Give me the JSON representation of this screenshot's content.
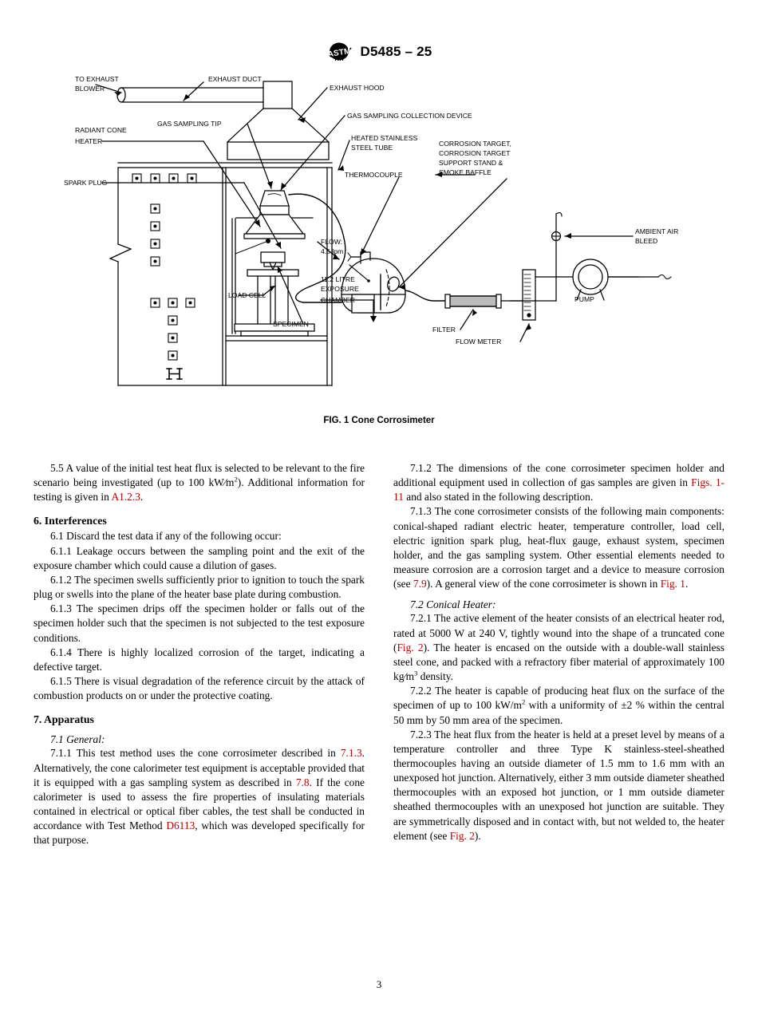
{
  "header": {
    "logo_name": "astm-logo",
    "standard_designation": "D5485 – 25"
  },
  "figure": {
    "caption": "FIG. 1  Cone Corrosimeter",
    "labels": {
      "to_exhaust_blower_l1": "TO EXHAUST",
      "to_exhaust_blower_l2": "BLOWER",
      "exhaust_duct": "EXHAUST DUCT",
      "exhaust_hood": "EXHAUST HOOD",
      "gas_sampling_collection_device": "GAS SAMPLING COLLECTION DEVICE",
      "gas_sampling_tip": "GAS SAMPLING TIP",
      "radiant_cone_heater_l1": "RADIANT CONE",
      "radiant_cone_heater_l2": "HEATER",
      "heated_stainless_steel_tube_l1": "HEATED STAINLESS",
      "heated_stainless_steel_tube_l2": "STEEL TUBE",
      "thermocouple": "THERMOCOUPLE",
      "corrosion_target_l1": "CORROSION TARGET,",
      "corrosion_target_l2": "CORROSION TARGET",
      "corrosion_target_l3": "SUPPORT STAND &",
      "corrosion_target_l4": "SMOKE BAFFLE",
      "ambient_air_bleed_l1": "AMBIENT AIR",
      "ambient_air_bleed_l2": "BLEED",
      "spark_plug": "SPARK PLUG",
      "load_cell": "LOAD CELL",
      "specimen": "SPECIMEN",
      "flow_l1": "FLOW:",
      "flow_l2": "4.5 lpm",
      "exposure_chamber_l1": "11.2 LITRE",
      "exposure_chamber_l2": "EXPOSURE",
      "exposure_chamber_l3": "CHAMBER",
      "filter": "FILTER",
      "flow_meter": "FLOW METER",
      "pump": "PUMP"
    }
  },
  "left_column": {
    "p_5_5_a": "5.5 A value of the initial test heat flux is selected to be relevant to the fire scenario being investigated (up to 100 kW∕m",
    "p_5_5_sup": "2",
    "p_5_5_b": "). Additional information for testing is given in ",
    "p_5_5_ref": "A1.2.3",
    "p_5_5_c": ".",
    "heading_6": "6.  Interferences",
    "p_6_1": "6.1 Discard the test data if any of the following occur:",
    "p_6_1_1": "6.1.1 Leakage occurs between the sampling point and the exit of the exposure chamber which could cause a dilution of gases.",
    "p_6_1_2": "6.1.2 The specimen swells sufficiently prior to ignition to touch the spark plug or swells into the plane of the heater base plate during combustion.",
    "p_6_1_3": "6.1.3 The specimen drips off the specimen holder or falls out of the specimen holder such that the specimen is not subjected to the test exposure conditions.",
    "p_6_1_4": "6.1.4 There is highly localized corrosion of the target, indicating a defective target.",
    "p_6_1_5": "6.1.5 There is visual degradation of the reference circuit by the attack of combustion products on or under the protective coating.",
    "heading_7": "7.  Apparatus",
    "subhead_7_1": "7.1  General:",
    "p_7_1_1_a": "7.1.1 This test method uses the cone corrosimeter described in ",
    "p_7_1_1_ref1": "7.1.3",
    "p_7_1_1_b": ". Alternatively, the cone calorimeter test equipment is acceptable provided that it is equipped with a gas sampling system as described in ",
    "p_7_1_1_ref2": "7.8",
    "p_7_1_1_c": ". If the cone calorimeter is used to assess the fire properties of insulating materials contained in electrical or optical fiber cables, the test shall be conducted in accordance with Test Method ",
    "p_7_1_1_ref3": "D6113",
    "p_7_1_1_d": ", which was developed specifically for that purpose."
  },
  "right_column": {
    "p_7_1_2_a": "7.1.2 The dimensions of the cone corrosimeter specimen holder and additional equipment used in collection of gas samples are given in ",
    "p_7_1_2_ref": "Figs. 1-11",
    "p_7_1_2_b": " and also stated in the following description.",
    "p_7_1_3_a": "7.1.3 The cone corrosimeter consists of the following main components: conical-shaped radiant electric heater, temperature controller, load cell, electric ignition spark plug, heat-flux gauge, exhaust system, specimen holder, and the gas sampling system. Other essential elements needed to measure corrosion are a corrosion target and a device to measure corrosion (see ",
    "p_7_1_3_ref1": "7.9",
    "p_7_1_3_b": "). A general view of the cone corrosimeter is shown in ",
    "p_7_1_3_ref2": "Fig. 1",
    "p_7_1_3_c": ".",
    "subhead_7_2": "7.2  Conical Heater:",
    "p_7_2_1_a": "7.2.1 The active element of the heater consists of an electrical heater rod, rated at 5000 W at 240 V, tightly wound into the shape of a truncated cone (",
    "p_7_2_1_ref": "Fig. 2",
    "p_7_2_1_b": "). The heater is encased on the outside with a double-wall stainless steel cone, and packed with a refractory fiber material of approximately 100 kg∕m",
    "p_7_2_1_sup": "3",
    "p_7_2_1_c": " density.",
    "p_7_2_2_a": "7.2.2 The heater is capable of producing heat flux on the surface of the specimen of up to 100 kW/m",
    "p_7_2_2_sup": "2",
    "p_7_2_2_b": " with a uniformity of ±2 % within the central 50 mm by 50 mm area of the specimen.",
    "p_7_2_3_a": "7.2.3 The heat flux from the heater is held at a preset level by means of a temperature controller and three Type K stainless-steel-sheathed thermocouples having an outside diameter of 1.5 mm to 1.6 mm with an unexposed hot junction. Alternatively, either 3 mm outside diameter sheathed thermocouples with an exposed hot junction, or 1 mm outside diameter sheathed thermocouples with an unexposed hot junction are suitable. They are symmetrically disposed and in contact with, but not welded to, the heater element (see ",
    "p_7_2_3_ref": "Fig. 2",
    "p_7_2_3_b": ")."
  },
  "footer": {
    "page_number": "3"
  },
  "colors": {
    "reference_red": "#c00000",
    "text_black": "#000000",
    "background": "#ffffff"
  }
}
